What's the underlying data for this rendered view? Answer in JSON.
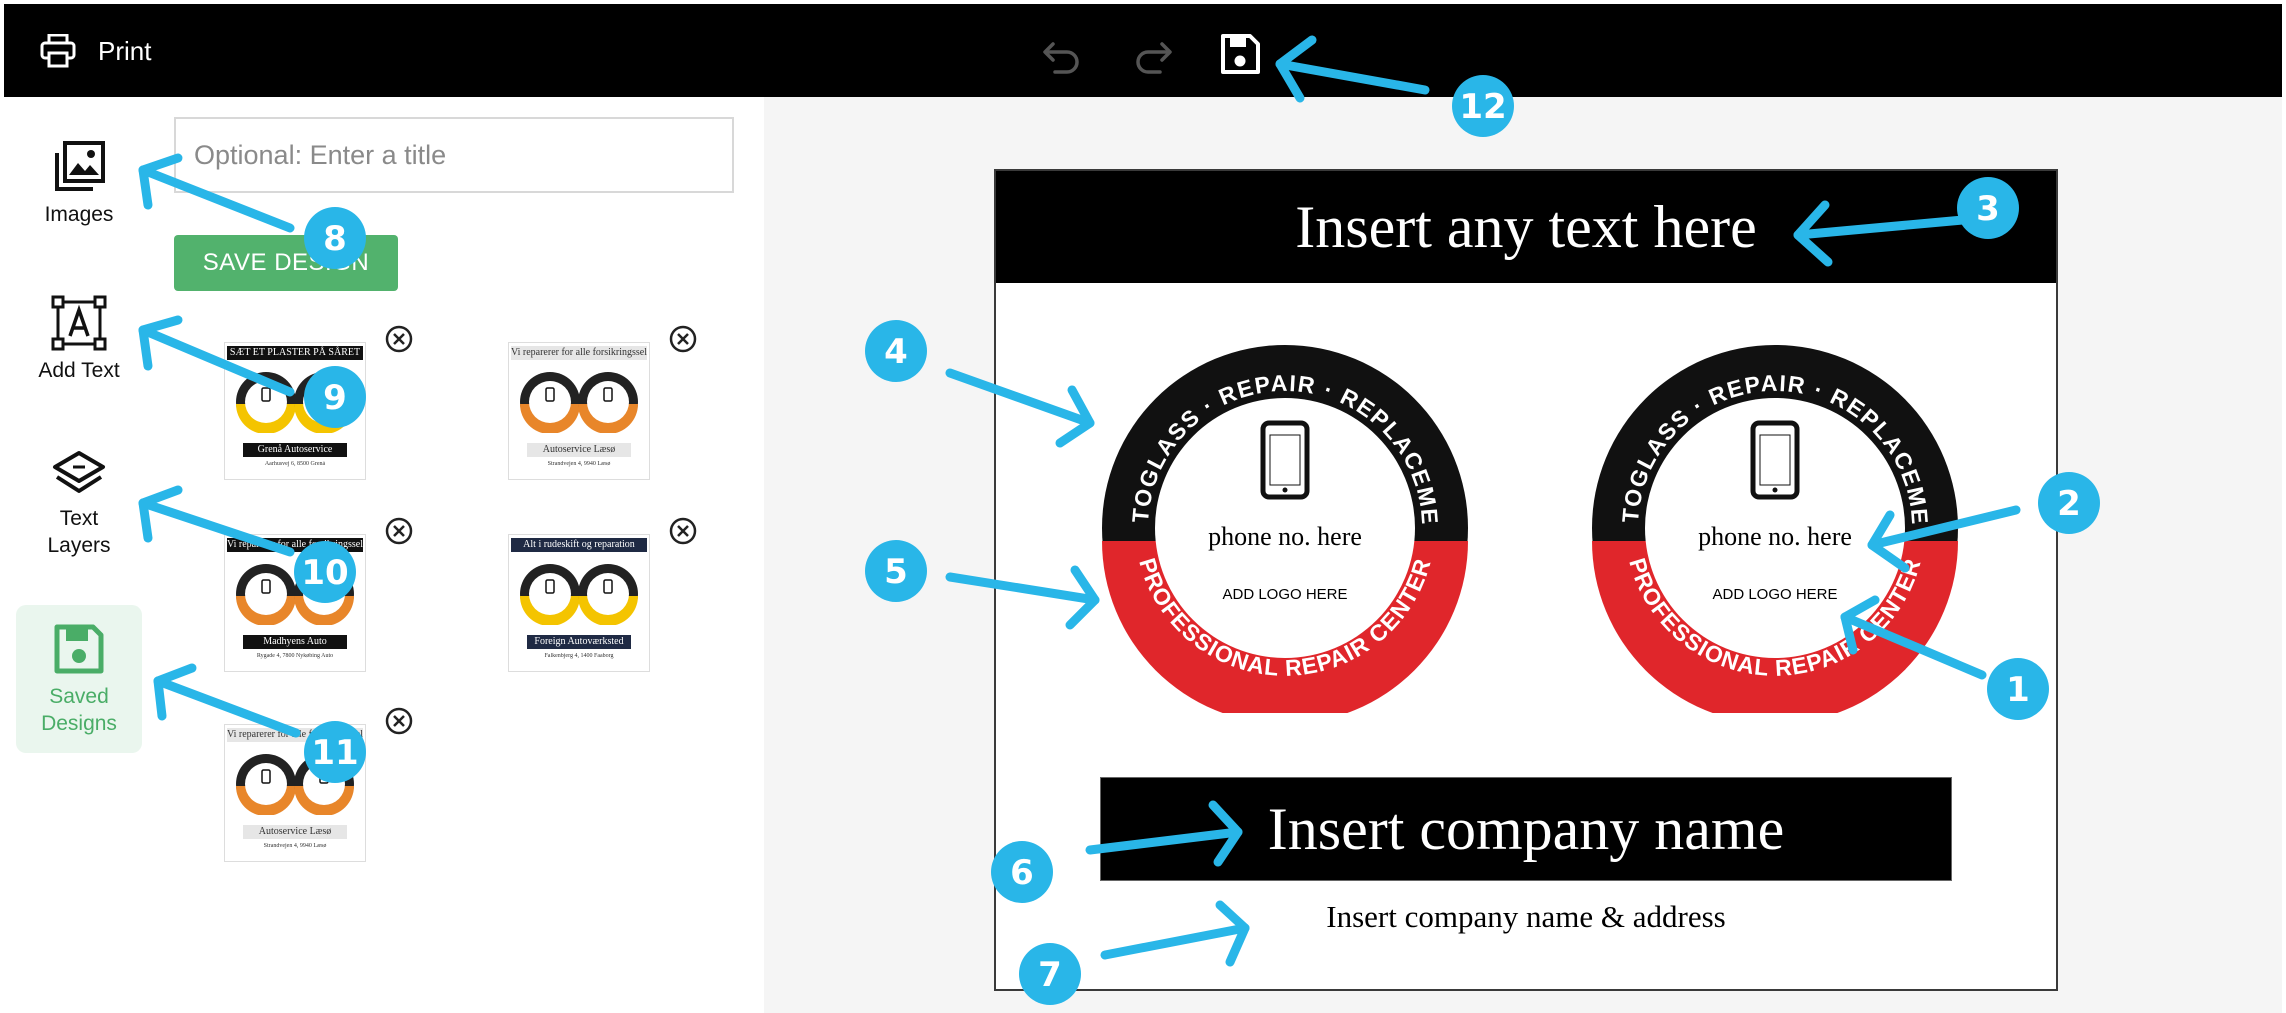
{
  "toolbar": {
    "print_label": "Print",
    "print_icon": "printer-icon",
    "undo_icon": "undo-icon",
    "redo_icon": "redo-icon",
    "save_icon": "floppy-save-icon"
  },
  "sidebar": {
    "items": [
      {
        "label": "Images",
        "icon": "images-icon"
      },
      {
        "label": "Add Text",
        "icon": "add-text-icon"
      },
      {
        "label": "Text\nLayers",
        "icon": "layers-icon"
      },
      {
        "label": "Saved\nDesigns",
        "icon": "saved-designs-icon",
        "active": true
      }
    ]
  },
  "panel": {
    "title_placeholder": "Optional: Enter a title",
    "save_button": "SAVE DESIGN",
    "saved_designs": [
      {
        "header": "SÆT ET PLASTER PÅ SÅRET",
        "name": "Grenå Autoservice",
        "address": "Aarhusvej 6, 8500 Grenå",
        "header_style": "dark",
        "ring_bottom": "#f4c400"
      },
      {
        "header": "Vi reparerer for alle forsikringsselskaber",
        "name": "Autoservice Læsø",
        "address": "Strandvejen 4, 9940 Læsø",
        "header_style": "light",
        "ring_bottom": "#e8862a"
      },
      {
        "header": "Vi reparerer for alle forsikringsselskaber",
        "name": "Madhyens Auto",
        "address": "Rygade 4, 7800 Nykøbing Auto",
        "header_style": "dark",
        "ring_bottom": "#e8862a"
      },
      {
        "header": "Alt i rudeskift og reparation",
        "name": "Foreign Autoværksted",
        "address": "Falkenbjerg 4, 1400 Faaborg",
        "header_style": "navy",
        "ring_bottom": "#f4c400"
      },
      {
        "header": "Vi reparerer for alle forsikringsselskaber",
        "name": "Autoservice Læsø",
        "address": "Strandvejen 4, 9940 Læsø",
        "header_style": "light",
        "ring_bottom": "#e8862a"
      }
    ]
  },
  "poster": {
    "header_text": "Insert any text here",
    "badges": [
      {
        "ring_top_text": "AUTOGLASS · REPAIR · REPLACEMENT",
        "ring_bottom_text": "PROFESSIONAL REPAIR CENTER",
        "phone": "phone no. here",
        "logo": "ADD LOGO HERE",
        "phone_icon": "phone-icon"
      },
      {
        "ring_top_text": "AUTOGLASS · REPAIR · REPLACEMENT",
        "ring_bottom_text": "PROFESSIONAL REPAIR CENTER",
        "phone": "phone no. here",
        "logo": "ADD LOGO HERE",
        "phone_icon": "phone-icon"
      }
    ],
    "company_name": "Insert company name",
    "company_address": "Insert company name & address"
  },
  "annotations": {
    "callout_numbers": [
      "1",
      "2",
      "3",
      "4",
      "5",
      "6",
      "7",
      "8",
      "9",
      "10",
      "11",
      "12"
    ]
  },
  "colors": {
    "toolbar_bg": "#000000",
    "accent_green": "#52b26d",
    "badge_red": "#e0262b",
    "callout_blue": "#29b6e8"
  }
}
